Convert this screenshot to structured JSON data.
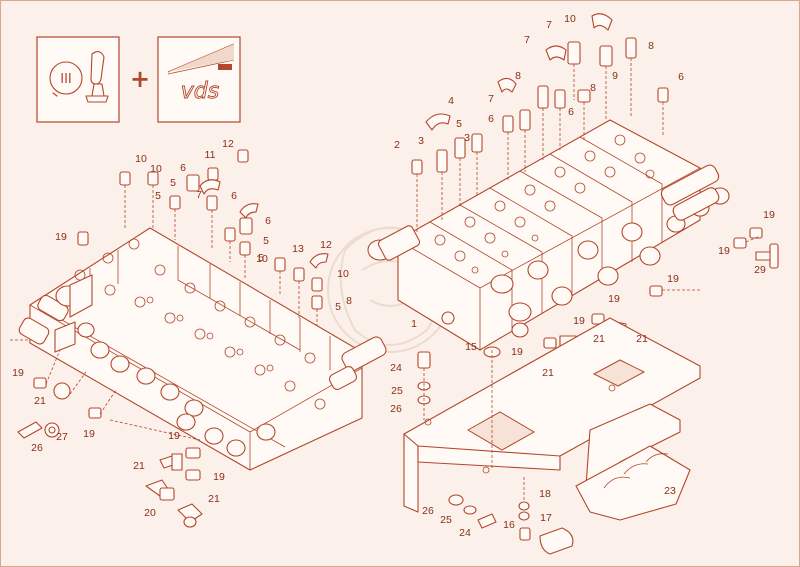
{
  "accent_color": "#b3472b",
  "background_color": "#fbf1ea",
  "header_icons": {
    "operator_icon": {
      "roman_numeral": "III",
      "icon": "joystick-lever-icon"
    },
    "plus_sign": "+",
    "vds_icon": {
      "logo_text": "vds",
      "icon": "vds-logo-icon"
    }
  },
  "part_callouts": [
    {
      "n": "10"
    },
    {
      "n": "7"
    },
    {
      "n": "8"
    },
    {
      "n": "7"
    },
    {
      "n": "9"
    },
    {
      "n": "6"
    },
    {
      "n": "8"
    },
    {
      "n": "7"
    },
    {
      "n": "8"
    },
    {
      "n": "6"
    },
    {
      "n": "4"
    },
    {
      "n": "6"
    },
    {
      "n": "5"
    },
    {
      "n": "3"
    },
    {
      "n": "3"
    },
    {
      "n": "2"
    },
    {
      "n": "12"
    },
    {
      "n": "11"
    },
    {
      "n": "10"
    },
    {
      "n": "10"
    },
    {
      "n": "6"
    },
    {
      "n": "5"
    },
    {
      "n": "7"
    },
    {
      "n": "5"
    },
    {
      "n": "6"
    },
    {
      "n": "6"
    },
    {
      "n": "5"
    },
    {
      "n": "5"
    },
    {
      "n": "19"
    },
    {
      "n": "10"
    },
    {
      "n": "13"
    },
    {
      "n": "12"
    },
    {
      "n": "10"
    },
    {
      "n": "8"
    },
    {
      "n": "5"
    },
    {
      "n": "19"
    },
    {
      "n": "19"
    },
    {
      "n": "29"
    },
    {
      "n": "19"
    },
    {
      "n": "19"
    },
    {
      "n": "19"
    },
    {
      "n": "21"
    },
    {
      "n": "19"
    },
    {
      "n": "21"
    },
    {
      "n": "21"
    },
    {
      "n": "1"
    },
    {
      "n": "15"
    },
    {
      "n": "24"
    },
    {
      "n": "25"
    },
    {
      "n": "26"
    },
    {
      "n": "19"
    },
    {
      "n": "21"
    },
    {
      "n": "27"
    },
    {
      "n": "26"
    },
    {
      "n": "19"
    },
    {
      "n": "19"
    },
    {
      "n": "21"
    },
    {
      "n": "19"
    },
    {
      "n": "20"
    },
    {
      "n": "21"
    },
    {
      "n": "23"
    },
    {
      "n": "18"
    },
    {
      "n": "26"
    },
    {
      "n": "25"
    },
    {
      "n": "17"
    },
    {
      "n": "16"
    },
    {
      "n": "24"
    }
  ]
}
